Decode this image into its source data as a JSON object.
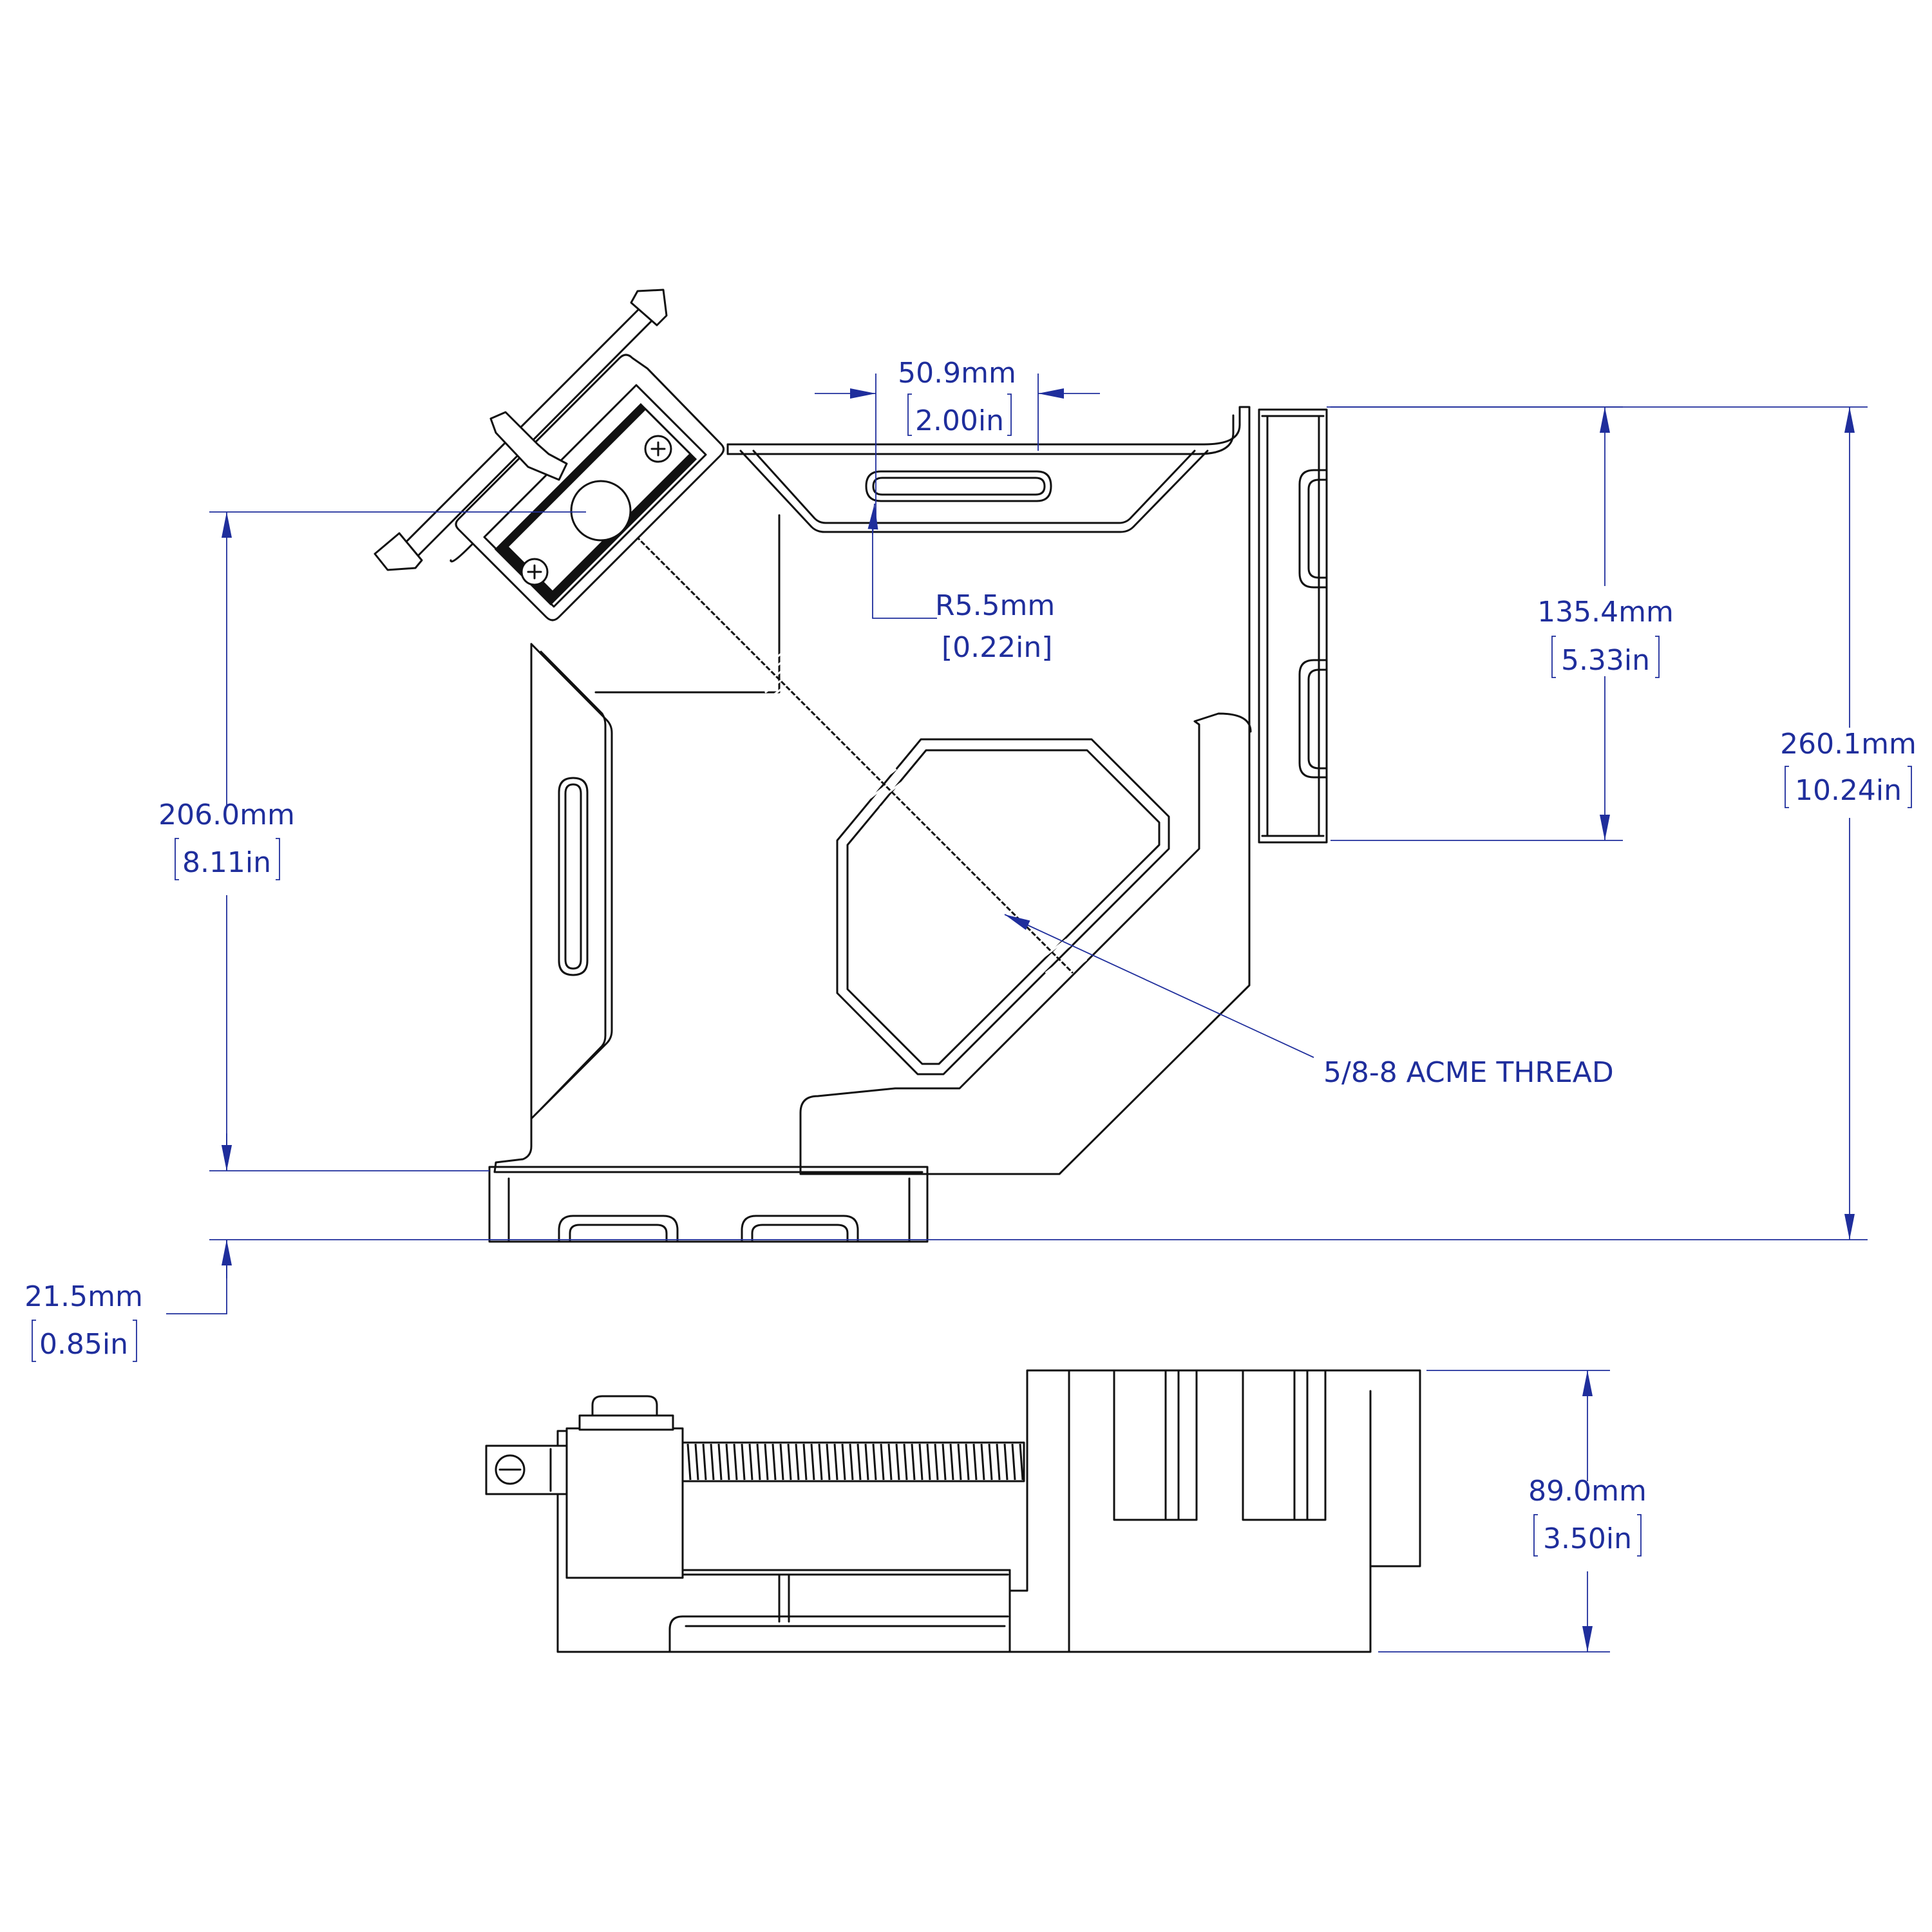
{
  "colors": {
    "dimension": "#1f2e9c",
    "linework": "#111111",
    "background": "#ffffff"
  },
  "dimensions": {
    "slot_width": {
      "metric": "50.9mm",
      "imperial": "2.00in"
    },
    "slot_radius": {
      "metric": "R5.5mm",
      "imperial": "[0.22in]"
    },
    "jaw_height_right": {
      "metric": "135.4mm",
      "imperial": "5.33in"
    },
    "overall_height": {
      "metric": "260.1mm",
      "imperial": "10.24in"
    },
    "left_height": {
      "metric": "206.0mm",
      "imperial": "8.11in"
    },
    "base_thickness": {
      "metric": "21.5mm",
      "imperial": "0.85in"
    },
    "side_height": {
      "metric": "89.0mm",
      "imperial": "3.50in"
    }
  },
  "callouts": {
    "thread": "5/8-8 ACME THREAD"
  }
}
